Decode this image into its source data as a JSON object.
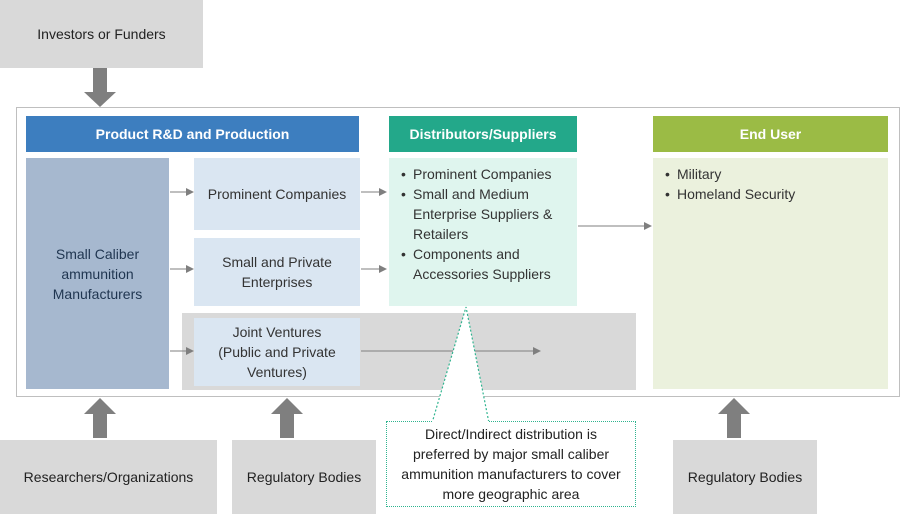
{
  "top": {
    "investors": "Investors or Funders"
  },
  "columns": {
    "production": "Product R&D and Production",
    "distributors": "Distributors/Suppliers",
    "end_user": "End User"
  },
  "manufacturers": "Small Caliber ammunition Manufacturers",
  "companies": {
    "prominent": "Prominent Companies",
    "small_private": "Small and Private Enterprises",
    "joint_ventures": "Joint Ventures (Public and Private Ventures)"
  },
  "distributor_items": [
    "Prominent Companies",
    "Small and Medium Enterprise Suppliers & Retailers",
    "Components and Accessories Suppliers"
  ],
  "end_user_items": [
    "Military",
    "Homeland Security"
  ],
  "bottom": {
    "researchers": "Researchers/Organizations",
    "regulatory_1": "Regulatory Bodies",
    "regulatory_2": "Regulatory Bodies"
  },
  "callout": "Direct/Indirect distribution is preferred by major small caliber ammunition manufacturers to cover more geographic area",
  "colors": {
    "header_blue": "#3d7ebf",
    "header_teal": "#23a88a",
    "header_green": "#9bbb45",
    "arrow_grey": "#7f7f7f",
    "box_grey": "#d9d9d9"
  }
}
